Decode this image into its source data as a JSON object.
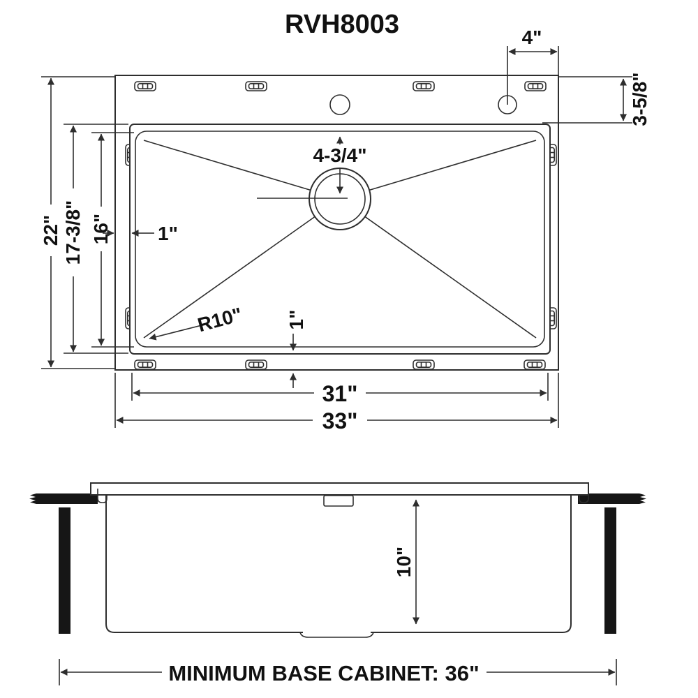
{
  "title": "RVH8003",
  "colors": {
    "line": "#2e2e2e",
    "ink": "#111111",
    "bg": "#ffffff",
    "cabinet_fill": "#161616"
  },
  "top_view": {
    "dims": {
      "faucet_hole_offset": "4\"",
      "deck_to_bowl": "3-5/8\"",
      "overall_front_to_back": "22\"",
      "cutout_front_to_back": "17-3/8\"",
      "bowl_front_to_back": "16\"",
      "left_rim": "1\"",
      "bottom_rim": "1\"",
      "drain_from_back": "4-3/4\"",
      "corner_radius": "R10\"",
      "bowl_width": "31\"",
      "overall_width": "33\""
    }
  },
  "side_view": {
    "dims": {
      "bowl_depth": "10\""
    },
    "caption": "MINIMUM BASE CABINET: 36\""
  }
}
